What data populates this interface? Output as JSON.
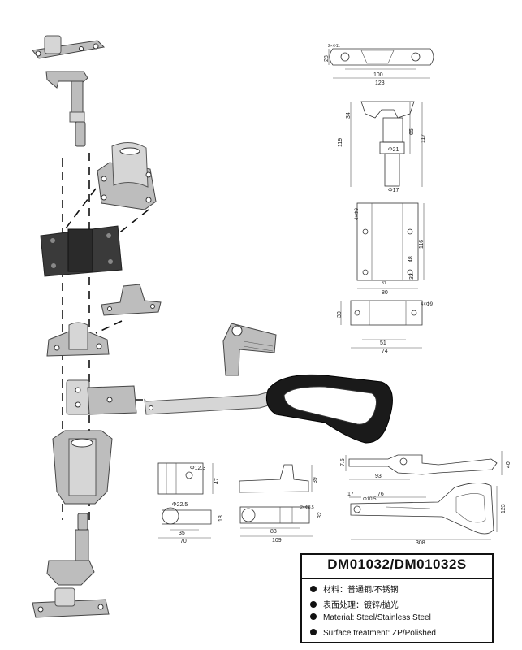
{
  "title": "DM01032/DM01032S",
  "specs": [
    "材料：普通钢/不锈钢",
    "表面处理：镀锌/抛光",
    "Material: Steel/Stainless Steel",
    "Surface treatment: ZP/Polished"
  ],
  "dims": {
    "top_bracket": {
      "d1": "28",
      "d2": "100",
      "d3": "123",
      "d4": "2×Φ11"
    },
    "shaft": {
      "d1": "34",
      "d2": "119",
      "d3": "65",
      "d4": "117",
      "d5": "Φ21",
      "d6": "Φ17"
    },
    "keeper": {
      "d1": "4×Φ9",
      "d2": "116",
      "d3": "48",
      "d4": "32",
      "d5": "31",
      "d6": "80"
    },
    "base_plate": {
      "d1": "30",
      "d2": "4×Φ9",
      "d3": "51",
      "d4": "74"
    },
    "hinge": {
      "d1": "Φ12.3",
      "d2": "47",
      "d3": "Φ22.5",
      "d4": "18",
      "d5": "35",
      "d6": "70"
    },
    "clip": {
      "d1": "39",
      "d2": "2×Φ8.5",
      "d3": "32",
      "d4": "83",
      "d5": "109"
    },
    "handle": {
      "d1": "7.5",
      "d2": "93",
      "d3": "40",
      "d4": "17",
      "d5": "Φ10.5",
      "d6": "76",
      "d7": "123",
      "d8": "308"
    }
  }
}
